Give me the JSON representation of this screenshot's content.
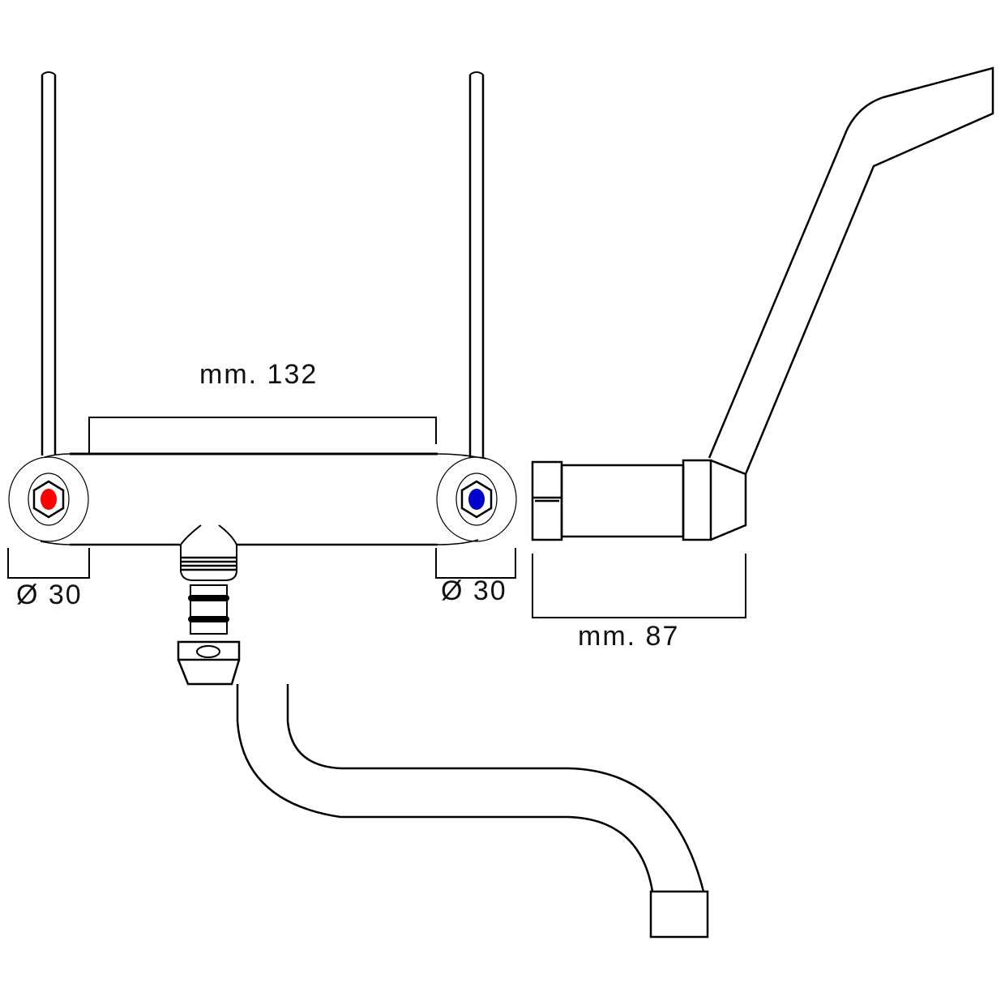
{
  "dimensions": {
    "width_label": "mm. 132",
    "left_diameter": "Ø 30",
    "right_diameter": "Ø 30",
    "depth_label": "mm. 87"
  },
  "colors": {
    "hot": "#ff0000",
    "cold": "#0000cc",
    "line": "#000000"
  }
}
